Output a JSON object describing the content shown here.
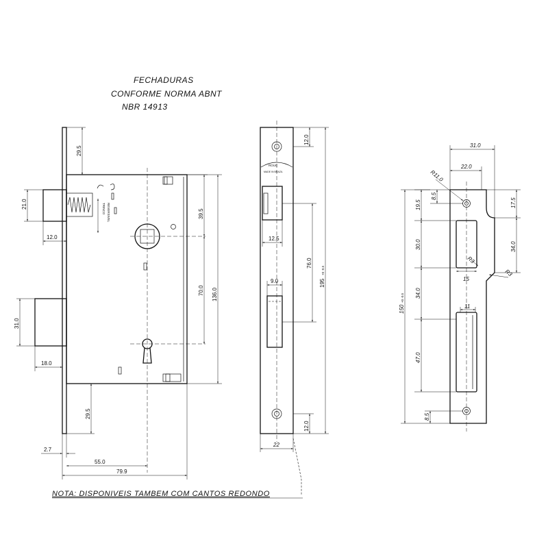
{
  "title": {
    "line1": "FECHADURAS",
    "line2": "CONFORME NORMA ABNT",
    "line3": "NBR 14913"
  },
  "side_view": {
    "label_trinco": "TRINCO",
    "label_reversivel": "REVERSIVEL",
    "dims": {
      "top_295": "29.5",
      "latch_h": "21.0",
      "latch_w": "12.0",
      "bolt_h": "31.0",
      "bolt_w": "18.0",
      "d_395": "39.5",
      "d_700": "70.0",
      "d_1360": "136.0",
      "bottom_295": "29.5",
      "d_27": "2.7",
      "d_550": "55.0",
      "d_799": "79.9"
    }
  },
  "faceplate": {
    "logo": "ROUC",
    "made_in": "MADE IN BRAZIL",
    "dims": {
      "top_120": "12.0",
      "d_125": "12.5",
      "d_90": "9.0",
      "d_760": "76.0",
      "d_195": "195",
      "d_195_tol": "+0 -0.5",
      "bottom_120": "12.0",
      "width_22": "22"
    }
  },
  "strike": {
    "dims": {
      "d_310": "31.0",
      "d_220": "22.0",
      "r110": "R11.0",
      "d_85_top": "8.5",
      "d_195": "19.5",
      "d_175": "17.5",
      "d_300": "30.0",
      "d_340_right": "34.0",
      "r3_a": "R3",
      "r3_b": "R3",
      "d_15": "15",
      "d_150": "150",
      "d_150_tol": "+0 -0.5",
      "d_340_left": "34.0",
      "d_11": "11",
      "d_470": "47.0",
      "d_85_bottom": "8.5"
    }
  },
  "note": "NOTA:  DISPONIVEIS  TAMBEM  COM  CANTOS  REDONDO"
}
